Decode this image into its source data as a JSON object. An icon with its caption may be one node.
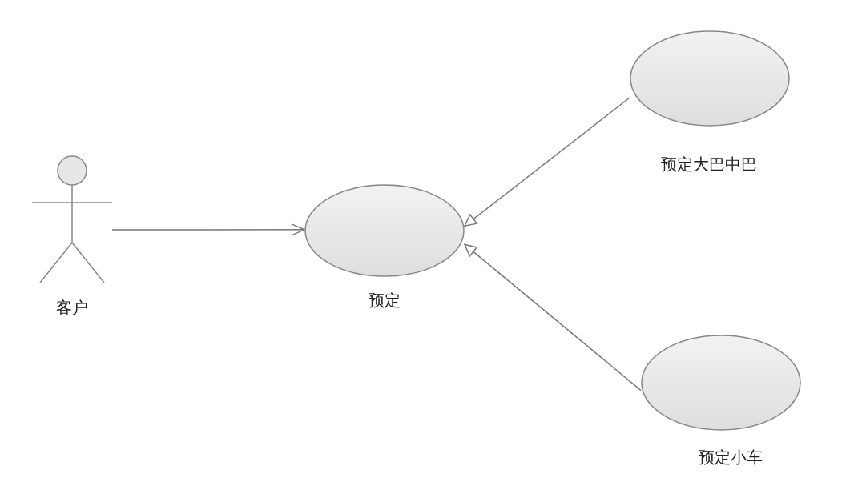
{
  "diagram": {
    "nodes": [
      {
        "text": [
          "客户"
        ]
      },
      {
        "text": [
          "预定"
        ]
      },
      {
        "text": [
          "预定大巴中巴"
        ]
      },
      {
        "text": [
          "预定小车"
        ]
      }
    ],
    "edges": [
      {
        "from": 0,
        "to": 1,
        "arrow": "to"
      },
      {
        "from": 2,
        "to": 1,
        "arrow": "to"
      },
      {
        "from": 3,
        "to": 1,
        "arrow": "to"
      }
    ]
  }
}
